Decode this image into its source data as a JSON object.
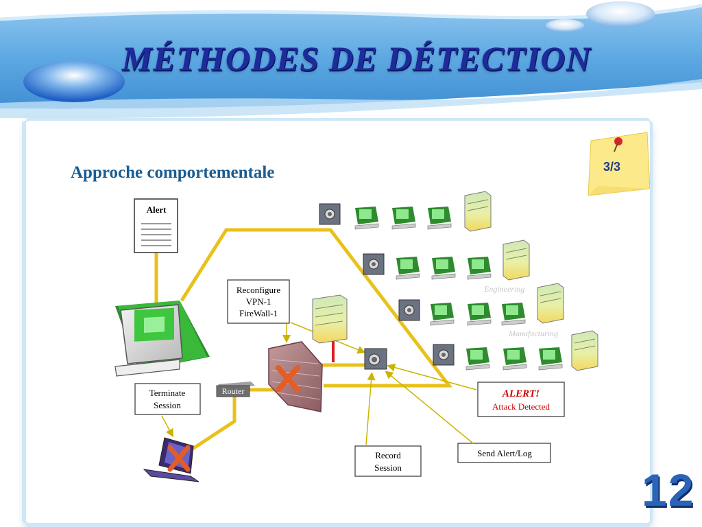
{
  "slide": {
    "title": "MÉTHODES DE DÉTECTION",
    "subtitle": "Approche comportementale",
    "note": "3/3",
    "page_number": "12"
  },
  "diagram": {
    "alert_doc": "Alert",
    "reconfigure": [
      "Reconfigure",
      "VPN-1",
      "FireWall-1"
    ],
    "terminate": [
      "Terminate",
      "Session"
    ],
    "router": "Router",
    "alert_box": {
      "title": "ALERT!",
      "text": "Attack Detected"
    },
    "record": [
      "Record",
      "Session"
    ],
    "send_alert": "Send Alert/Log",
    "dept_labels": [
      "Engineering",
      "Manufacturing"
    ]
  },
  "colors": {
    "title": "#1d2c9a",
    "subtitle": "#1a5d91",
    "link": "#e8c11a",
    "alert_red": "#cc0000",
    "firewall_link": "#d81e1e"
  }
}
